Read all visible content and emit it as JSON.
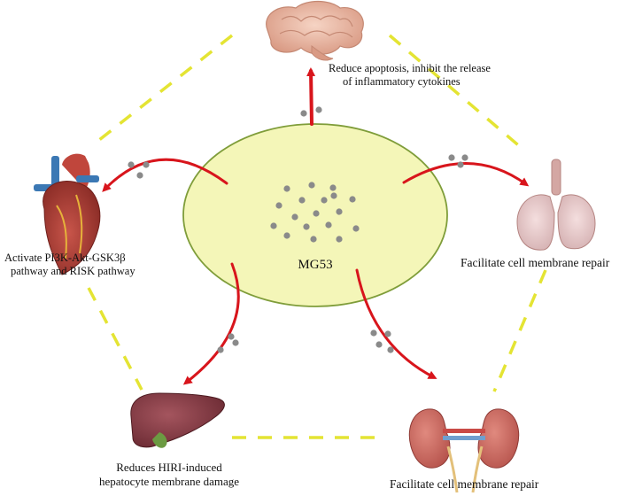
{
  "center": {
    "label": "MG53"
  },
  "organs": {
    "brain": {
      "label_line1": "Reduce apoptosis, inhibit the release",
      "label_line2": "of inflammatory cytokines"
    },
    "heart": {
      "label_line1": "Activate PI3K-Akt-GSK3β",
      "label_line2": "pathway and RISK pathway"
    },
    "lung": {
      "label": "Facilitate cell membrane repair"
    },
    "liver": {
      "label_line1": "Reduces HIRI-induced",
      "label_line2": "hepatocyte membrane damage"
    },
    "kidney": {
      "label": "Facilitate cell membrane repair"
    }
  },
  "colors": {
    "ellipse_fill": "#f4f6b8",
    "ellipse_stroke": "#7f9d3a",
    "arrow": "#d8151c",
    "dash": "#e4e433",
    "dot": "#8a8a8a"
  }
}
